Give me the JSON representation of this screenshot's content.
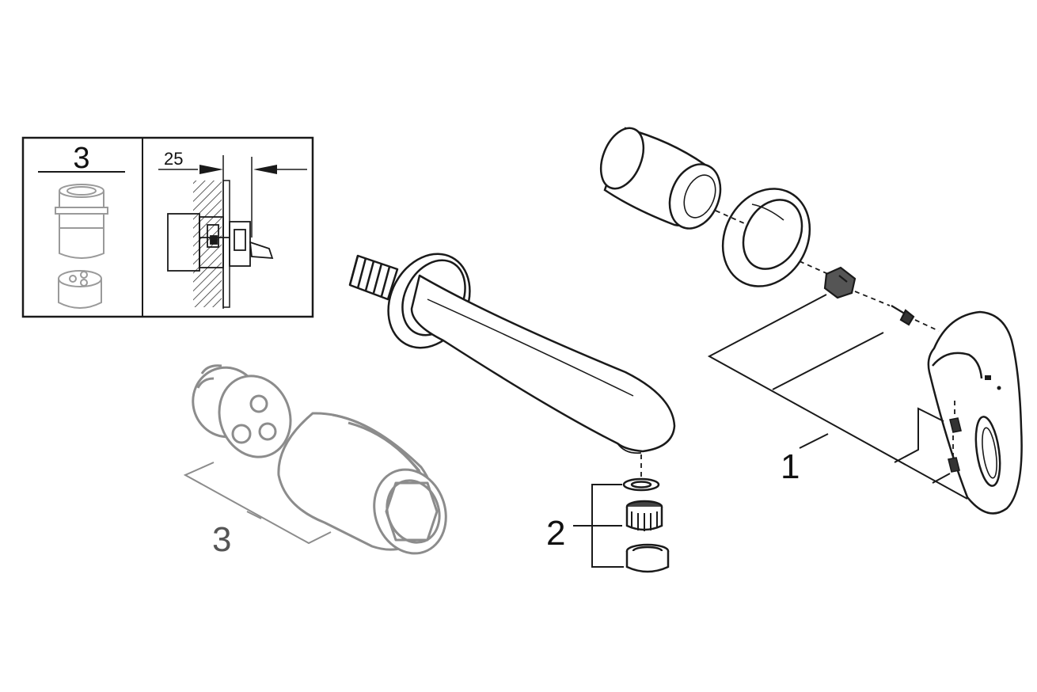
{
  "callouts": {
    "inset_part": "3",
    "dimension": "25",
    "handle_set": "1",
    "aerator_set": "2",
    "cartridge_set": "3"
  },
  "colors": {
    "line": "#1a1a1a",
    "ghost": "#8c8c8c",
    "hatch": "#333333",
    "background": "#ffffff"
  }
}
